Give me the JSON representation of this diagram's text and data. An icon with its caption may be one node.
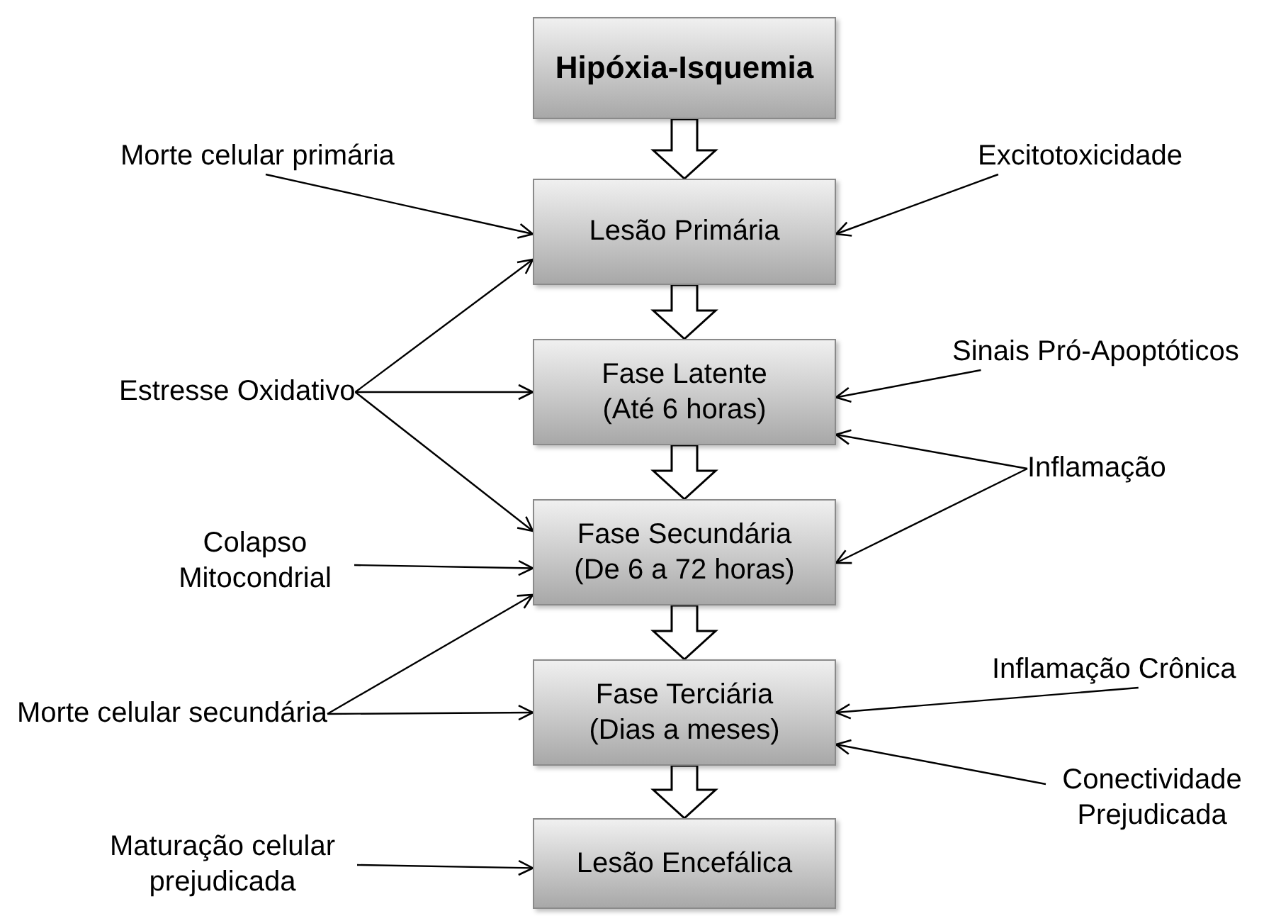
{
  "diagram": {
    "nodes": [
      {
        "text": [
          "Hipóxia-Isquemia"
        ]
      },
      {
        "text": [
          "Lesão Primária"
        ]
      },
      {
        "text": [
          "Fase Latente (Até 6 horas)"
        ]
      },
      {
        "text": [
          "Fase Secundária (De 6 a 72 horas)"
        ]
      },
      {
        "text": [
          "Fase Terciária (Dias a meses)"
        ]
      },
      {
        "text": [
          "Lesão Encefálica"
        ]
      },
      {
        "text": [
          "Morte celular primária"
        ]
      },
      {
        "text": [
          "Excitotoxicidade"
        ]
      },
      {
        "text": [
          "Sinais Pró-Apoptóticos"
        ]
      },
      {
        "text": [
          "Estresse Oxidativo"
        ]
      },
      {
        "text": [
          "Inflamação"
        ]
      },
      {
        "text": [
          "Colapso Mitocondrial"
        ]
      },
      {
        "text": [
          "Inflamação Crônica"
        ]
      },
      {
        "text": [
          "Morte celular secundária"
        ]
      },
      {
        "text": [
          "Conectividade Prejudicada"
        ]
      },
      {
        "text": [
          "Maturação celular prejudicada"
        ]
      }
    ],
    "edges": [
      {
        "from": 0,
        "to": 1,
        "arrow": "to",
        "style": "thick"
      },
      {
        "from": 1,
        "to": 2,
        "arrow": "to",
        "style": "thick"
      },
      {
        "from": 2,
        "to": 3,
        "arrow": "to",
        "style": "thick"
      },
      {
        "from": 3,
        "to": 4,
        "arrow": "to",
        "style": "thick"
      },
      {
        "from": 4,
        "to": 5,
        "arrow": "to",
        "style": "thick"
      },
      {
        "from": 6,
        "to": 1,
        "arrow": "to"
      },
      {
        "from": 7,
        "to": 1,
        "arrow": "to"
      },
      {
        "from": 9,
        "to": 1,
        "arrow": "to"
      },
      {
        "from": 9,
        "to": 2,
        "arrow": "to"
      },
      {
        "from": 9,
        "to": 3,
        "arrow": "to"
      },
      {
        "from": 8,
        "to": 2,
        "arrow": "to"
      },
      {
        "from": 10,
        "to": 2,
        "arrow": "to"
      },
      {
        "from": 10,
        "to": 3,
        "arrow": "to"
      },
      {
        "from": 11,
        "to": 3,
        "arrow": "to"
      },
      {
        "from": 13,
        "to": 3,
        "arrow": "to"
      },
      {
        "from": 13,
        "to": 4,
        "arrow": "to"
      },
      {
        "from": 12,
        "to": 4,
        "arrow": "to"
      },
      {
        "from": 14,
        "to": 4,
        "arrow": "to"
      },
      {
        "from": 15,
        "to": 5,
        "arrow": "to"
      }
    ]
  }
}
